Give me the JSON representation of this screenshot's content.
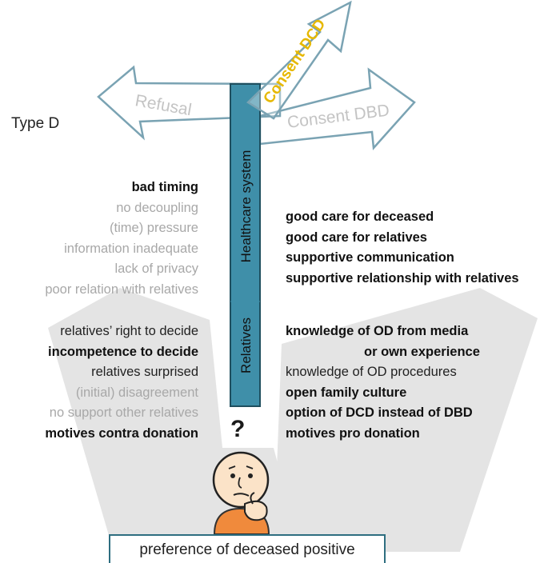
{
  "type_label": "Type D",
  "arrows": {
    "refusal": "Refusal",
    "consent_dcd": "Consent DCD",
    "consent_dbd": "Consent DBD"
  },
  "pillar": {
    "upper_label": "Healthcare system",
    "lower_label": "Relatives"
  },
  "healthcare_left": [
    {
      "text": "bad timing",
      "style": "bold"
    },
    {
      "text": "no decoupling",
      "style": "muted"
    },
    {
      "text": "(time) pressure",
      "style": "muted"
    },
    {
      "text": "information inadequate",
      "style": "muted"
    },
    {
      "text": "lack of privacy",
      "style": "muted"
    },
    {
      "text": "poor relation with relatives",
      "style": "muted"
    }
  ],
  "healthcare_right": [
    {
      "text": "good care for deceased",
      "style": "bold"
    },
    {
      "text": "good care for relatives",
      "style": "bold"
    },
    {
      "text": "supportive communication",
      "style": "bold"
    },
    {
      "text": "supportive relationship with relatives",
      "style": "bold"
    }
  ],
  "relatives_left": [
    {
      "text": "relatives’ right to decide",
      "style": "dark"
    },
    {
      "text": "incompetence to decide",
      "style": "bold"
    },
    {
      "text": "relatives surprised",
      "style": "dark"
    },
    {
      "text": "(initial) disagreement",
      "style": "muted"
    },
    {
      "text": "no support other relatives",
      "style": "muted"
    },
    {
      "text": "motives contra donation",
      "style": "bold"
    }
  ],
  "relatives_right": [
    {
      "text": "knowledge of OD from media",
      "style": "bold"
    },
    {
      "text": "or own experience",
      "style": "bold indent"
    },
    {
      "text": "knowledge of OD procedures",
      "style": "dark"
    },
    {
      "text": "open family culture",
      "style": "bold"
    },
    {
      "text": "option of DCD instead of DBD",
      "style": "bold"
    },
    {
      "text": "motives pro donation",
      "style": "bold"
    }
  ],
  "question_mark": "?",
  "preference": "preference of deceased positive",
  "colors": {
    "pillar_fill": "#3f8fa9",
    "pillar_border": "#1f4f5f",
    "arrow_outline": "#7aa3b3",
    "refusal_text": "#c4c4c4",
    "consent_dcd_text": "#e6b800",
    "consent_dbd_text": "#c4c4c4",
    "cone_fill": "#e4e4e4"
  }
}
